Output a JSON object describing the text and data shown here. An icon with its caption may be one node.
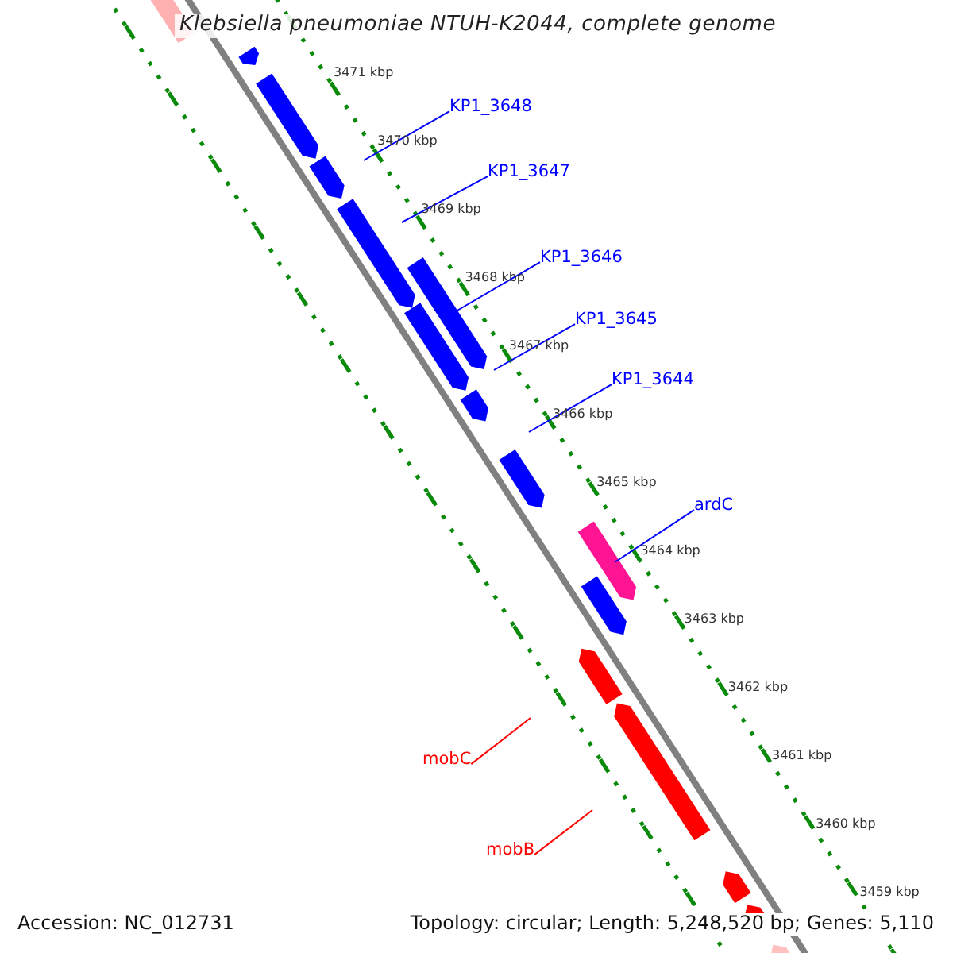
{
  "diagram": {
    "title": "Klebsiella pneumoniae NTUH-K2044, complete genome",
    "nodes": [
      {
        "text": [
          "KP1_3648"
        ]
      },
      {
        "text": [
          "KP1_3647"
        ]
      },
      {
        "text": [
          "KP1_3646"
        ]
      },
      {
        "text": [
          "KP1_3645"
        ]
      },
      {
        "text": [
          "KP1_3644"
        ]
      },
      {
        "text": [
          "ardC"
        ]
      },
      {
        "text": [
          "mobC"
        ]
      },
      {
        "text": [
          "mobB"
        ]
      }
    ],
    "edges": [
      {
        "from": 0,
        "to": null,
        "arrow": "none"
      },
      {
        "from": 1,
        "to": null,
        "arrow": "none"
      },
      {
        "from": 2,
        "to": null,
        "arrow": "none"
      },
      {
        "from": 3,
        "to": null,
        "arrow": "none"
      },
      {
        "from": 4,
        "to": null,
        "arrow": "none"
      },
      {
        "from": 5,
        "to": null,
        "arrow": "none"
      },
      {
        "from": 6,
        "to": null,
        "arrow": "none",
        "color": "#ff0000"
      },
      {
        "from": 7,
        "to": null,
        "arrow": "none",
        "color": "#ff0000"
      }
    ],
    "labels": [
      "3471 kbp",
      "3470 kbp",
      "3469 kbp",
      "3468 kbp",
      "3467 kbp",
      "3466 kbp",
      "3465 kbp",
      "3464 kbp",
      "3463 kbp",
      "3462 kbp",
      "3461 kbp",
      "3460 kbp",
      "3459 kbp",
      "Accession: NC_012731",
      "Topology: circular; Length: 5,248,520 bp; Genes: 5,110"
    ]
  }
}
